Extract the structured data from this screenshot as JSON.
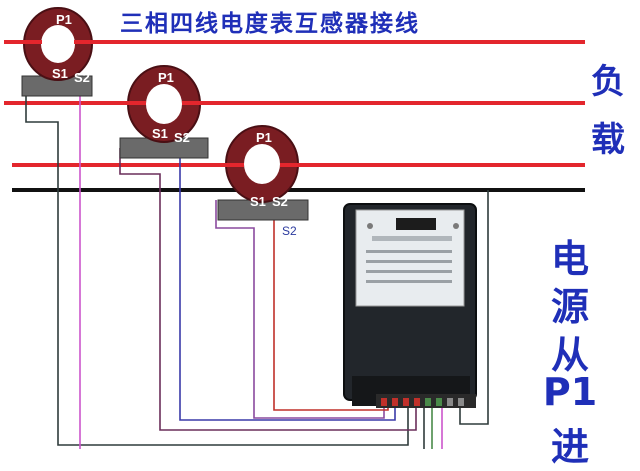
{
  "title": "三相四线电度表互感器接线",
  "side_load": [
    "负",
    "载"
  ],
  "side_source": [
    "电",
    "源",
    "从",
    "P1",
    "进"
  ],
  "ct_labels": {
    "p1": "P1",
    "s1": "S1",
    "s2": "S2"
  },
  "extra_label": "S2",
  "colors": {
    "title_text": "#1f2fb8",
    "phase_line": "#e3262d",
    "neutral_line": "#111111",
    "ct_body": "#7a1d22",
    "wire_purple": "#8a4a9e",
    "wire_blue": "#3a3aa8",
    "wire_red": "#c0302a",
    "wire_dark": "#2f3b3b",
    "meter_body": "#22262b"
  },
  "icons": [
    "current-transformer-icon",
    "electricity-meter-icon",
    "terminal-block-icon"
  ]
}
